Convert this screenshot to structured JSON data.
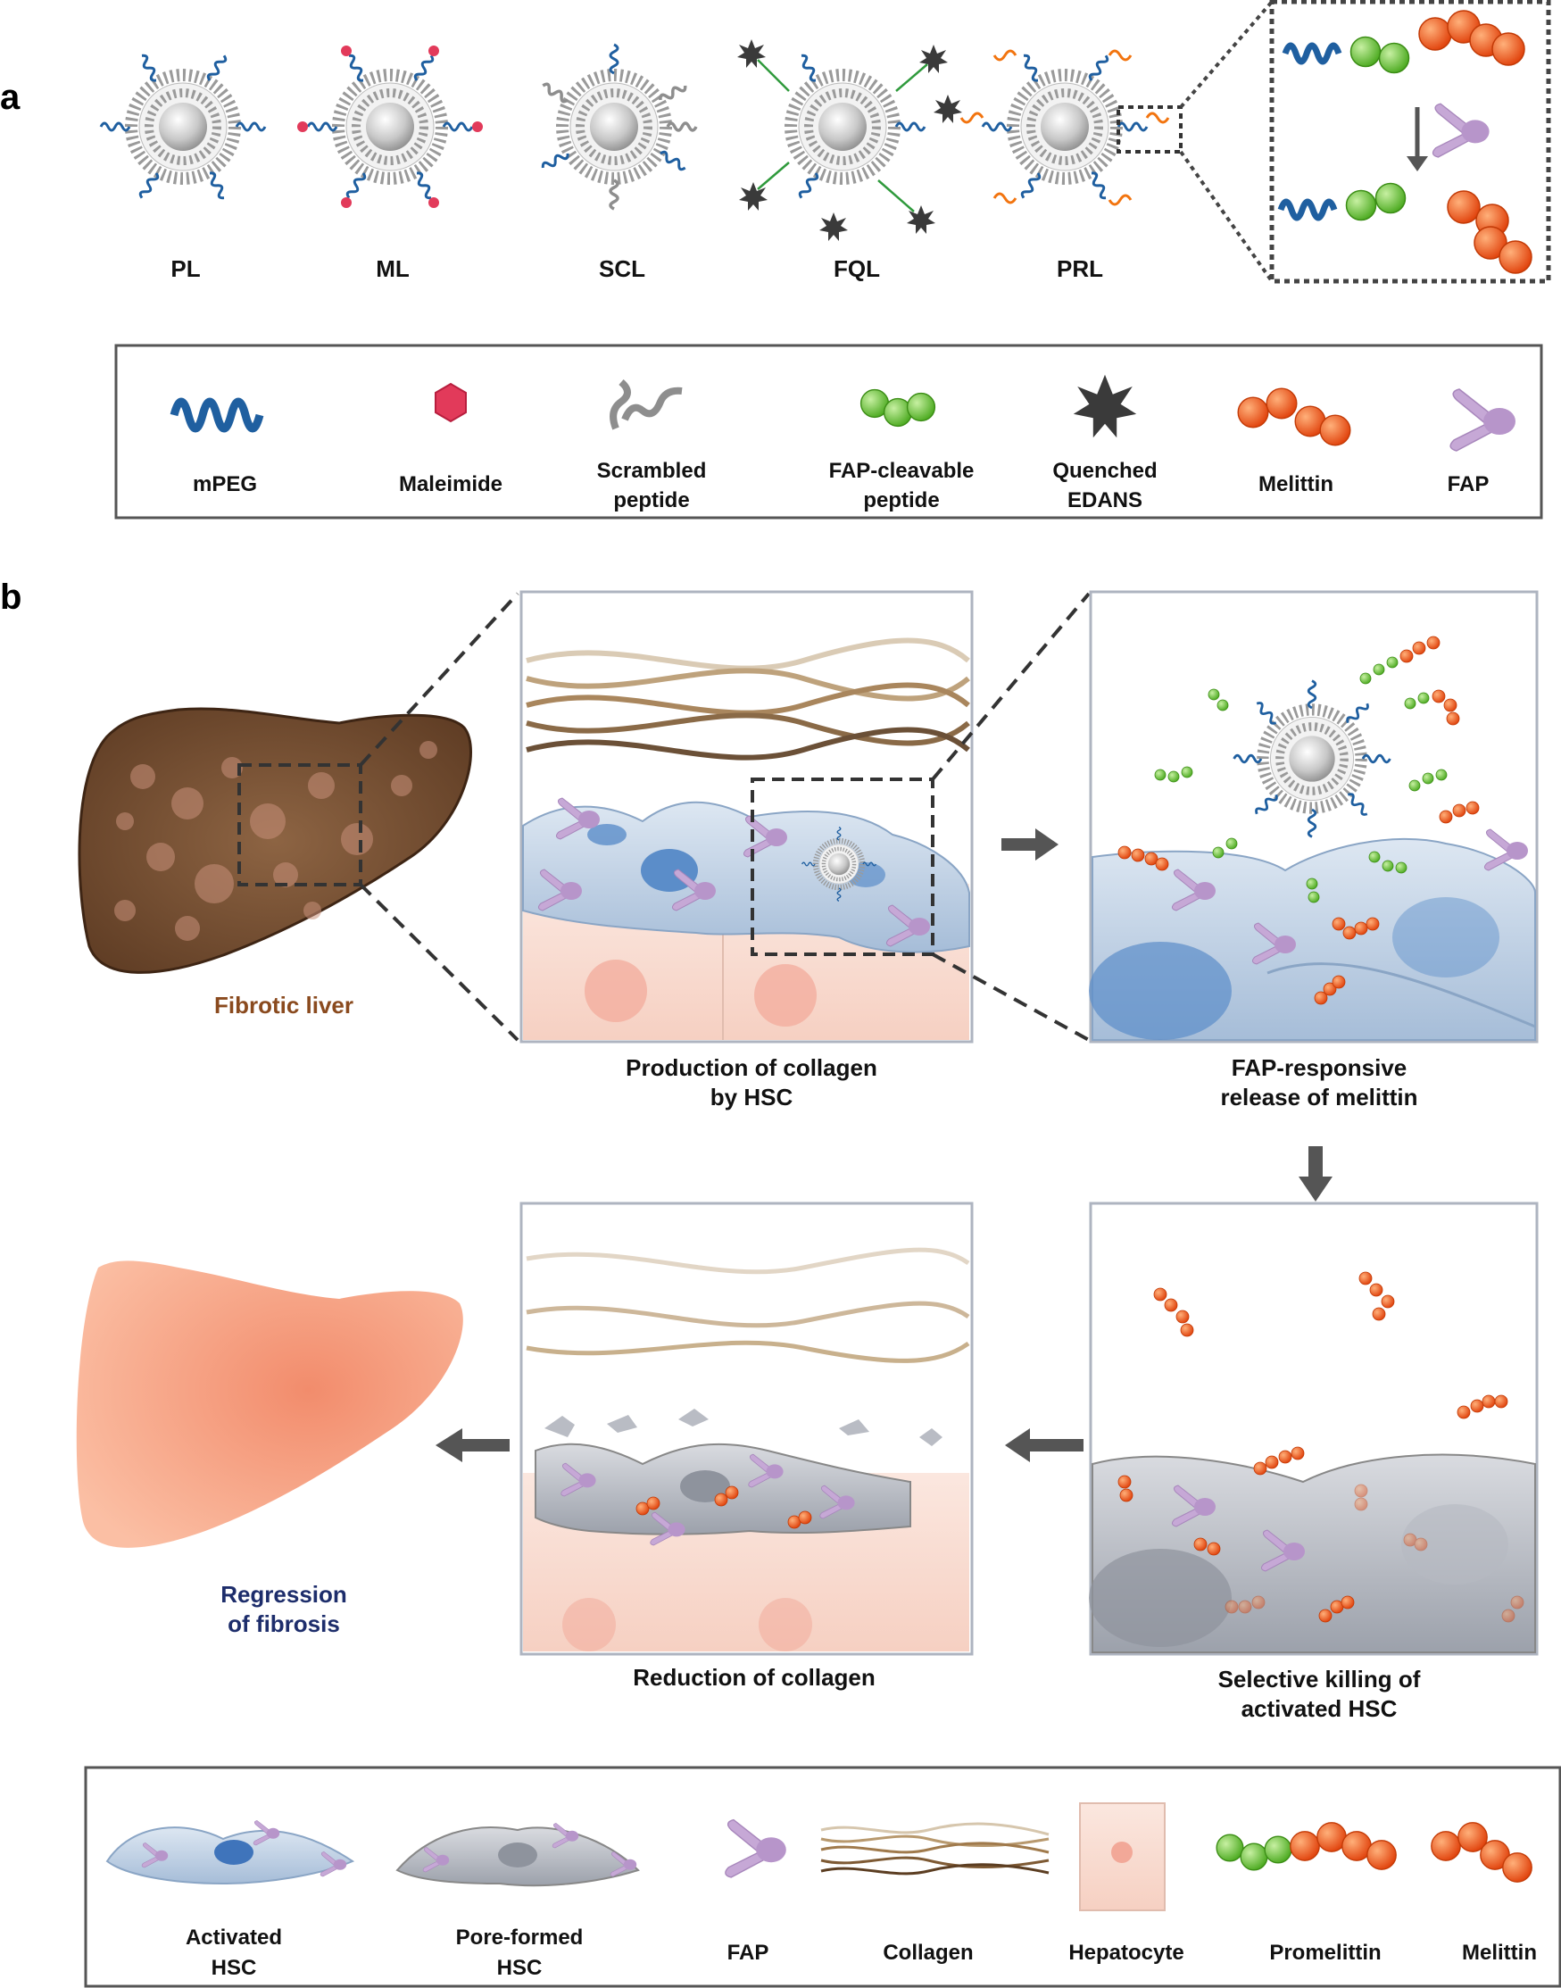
{
  "panel_a": {
    "letter": "a",
    "liposomes": [
      {
        "label": "PL"
      },
      {
        "label": "ML"
      },
      {
        "label": "SCL"
      },
      {
        "label": "FQL"
      },
      {
        "label": "PRL"
      }
    ],
    "legend": [
      {
        "line1": "mPEG",
        "line2": "",
        "icon": "mpeg-icon"
      },
      {
        "line1": "Maleimide",
        "line2": "",
        "icon": "maleimide-icon"
      },
      {
        "line1": "Scrambled",
        "line2": "peptide",
        "icon": "scrambled-peptide-icon"
      },
      {
        "line1": "FAP-cleavable",
        "line2": "peptide",
        "icon": "fap-cleavable-peptide-icon"
      },
      {
        "line1": "Quenched",
        "line2": "EDANS",
        "icon": "quenched-edans-icon"
      },
      {
        "line1": "Melittin",
        "line2": "",
        "icon": "melittin-icon"
      },
      {
        "line1": "FAP",
        "line2": "",
        "icon": "fap-icon"
      }
    ]
  },
  "panel_b": {
    "letter": "b",
    "fibrotic_liver": "Fibrotic liver",
    "regression_line1": "Regression",
    "regression_line2": "of fibrosis",
    "step1_line1": "Production of collagen",
    "step1_line2": "by HSC",
    "step2_line1": "FAP-responsive",
    "step2_line2": "release of melittin",
    "step3_line1": "Selective killing of",
    "step3_line2": "activated HSC",
    "step4": "Reduction of collagen",
    "legend": [
      {
        "line1": "Activated",
        "line2": "HSC"
      },
      {
        "line1": "Pore-formed",
        "line2": "HSC"
      },
      {
        "line1": "FAP",
        "line2": ""
      },
      {
        "line1": "Collagen",
        "line2": ""
      },
      {
        "line1": "Hepatocyte",
        "line2": ""
      },
      {
        "line1": "Promelittin",
        "line2": ""
      },
      {
        "line1": "Melittin",
        "line2": ""
      }
    ]
  },
  "colors": {
    "peg": "#1f5fa0",
    "green": "#6cc23c",
    "orange": "#f25a10",
    "fap": "#c6a8d6",
    "liver_brown": "#7a5234",
    "liver_pink": "#f6a88a",
    "regression_text": "#1d2d6b",
    "fibrotic_text": "#8a4a1e"
  }
}
